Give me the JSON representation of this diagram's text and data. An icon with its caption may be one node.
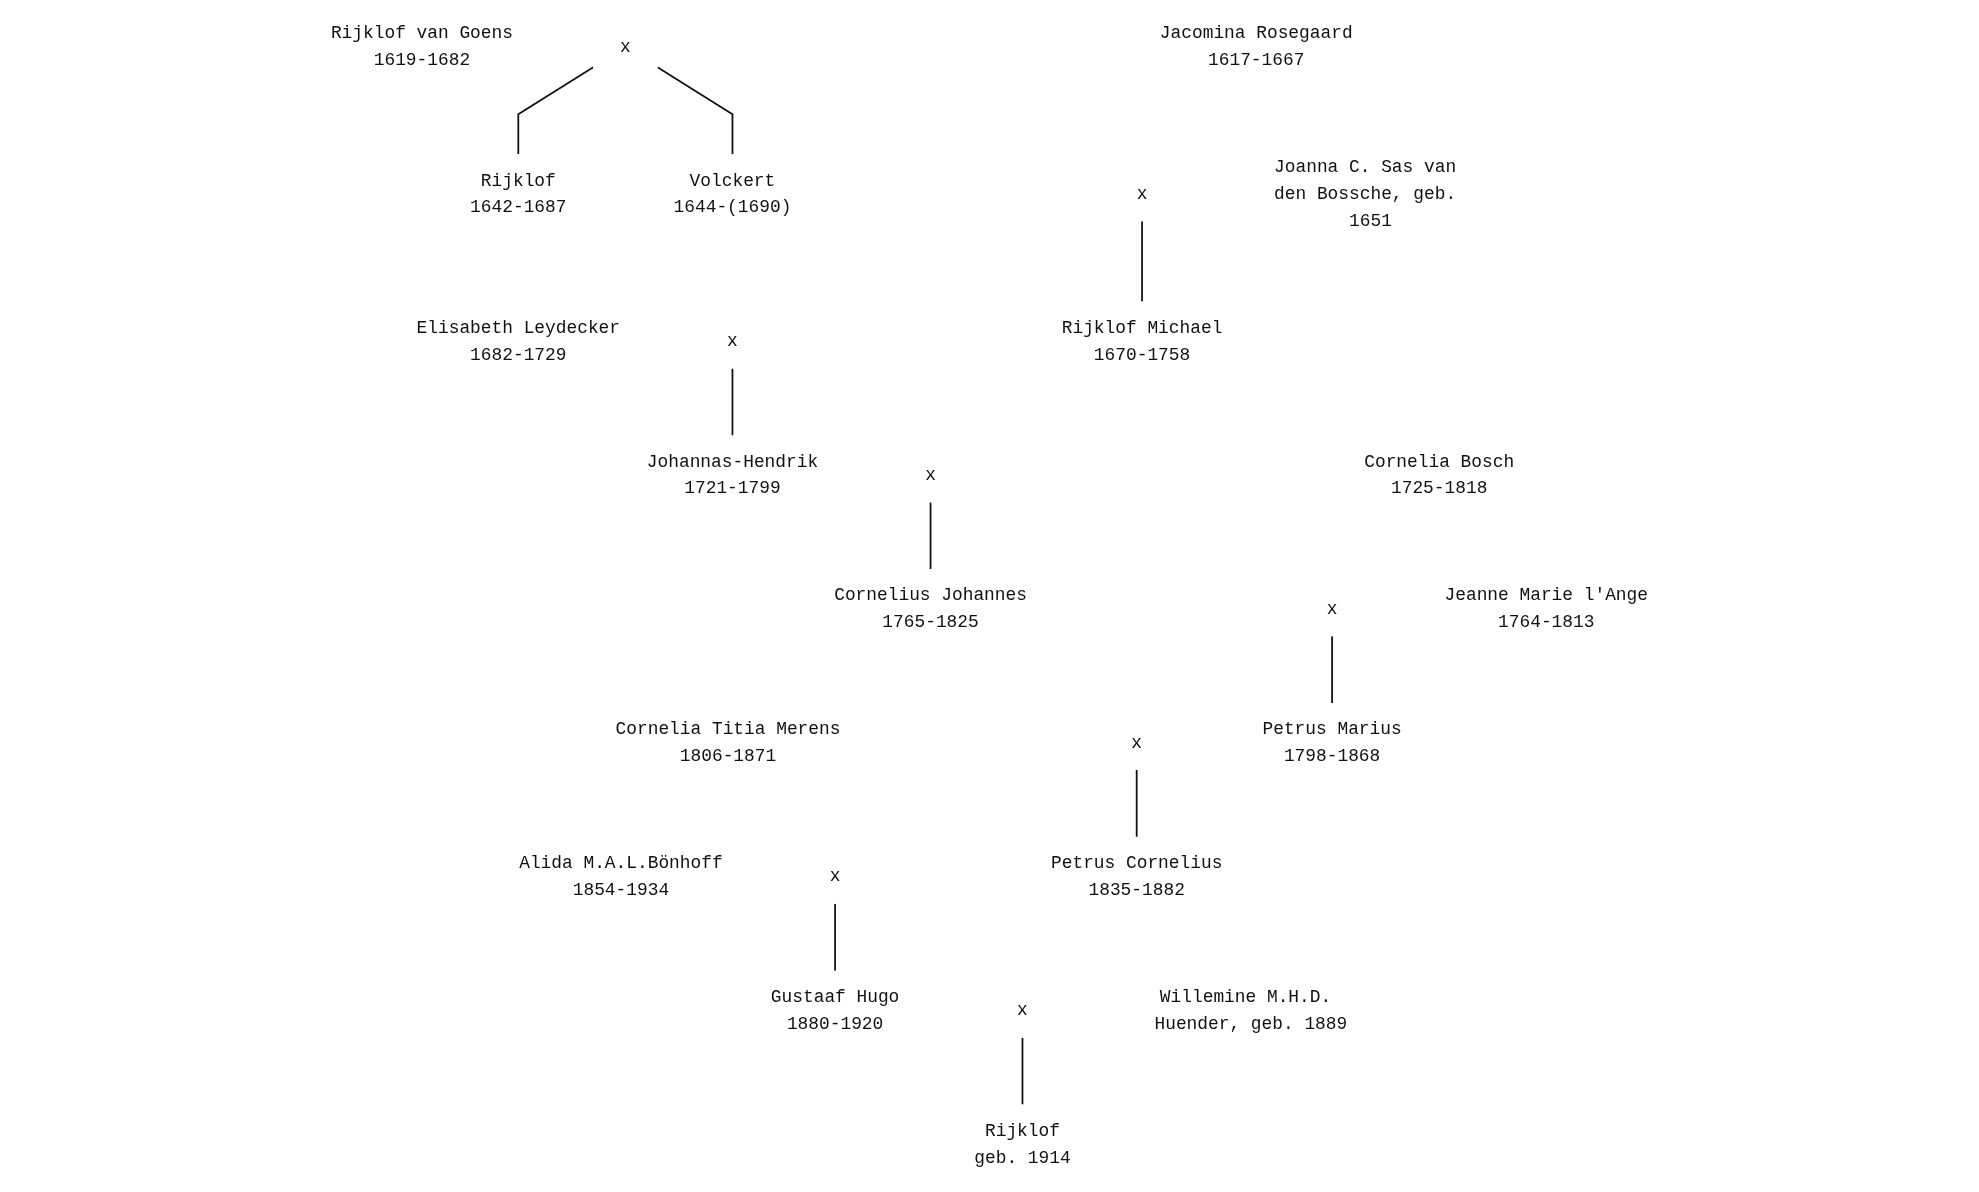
{
  "diagram": {
    "nodes": [
      {
        "text": [
          "Rijklof van Goens",
          "1619-1682"
        ]
      },
      {
        "text": [
          "x"
        ]
      },
      {
        "text": [
          "Jacomina Rosegaard",
          "1617-1667"
        ]
      },
      {
        "text": [
          "Rijklof",
          "1642-1687"
        ]
      },
      {
        "text": [
          "Volckert",
          "1644-(1690)"
        ]
      },
      {
        "text": [
          "x"
        ]
      },
      {
        "text": [
          "Joanna C. Sas van den Bossche, geb. 1651"
        ]
      },
      {
        "text": [
          "Elisabeth Leydecker",
          "1682-1729"
        ]
      },
      {
        "text": [
          "x"
        ]
      },
      {
        "text": [
          "Rijklof Michael",
          "1670-1758"
        ]
      },
      {
        "text": [
          "Johannas-Hendrik",
          "1721-1799"
        ]
      },
      {
        "text": [
          "x"
        ]
      },
      {
        "text": [
          "Cornelia Bosch",
          "1725-1818"
        ]
      },
      {
        "text": [
          "Cornelius Johannes",
          "1765-1825"
        ]
      },
      {
        "text": [
          "x"
        ]
      },
      {
        "text": [
          "Jeanne Marie l'Ange",
          "1764-1813"
        ]
      },
      {
        "text": [
          "Cornelia Titia Merens",
          "1806-1871"
        ]
      },
      {
        "text": [
          "x"
        ]
      },
      {
        "text": [
          "Petrus Marius",
          "1798-1868"
        ]
      },
      {
        "text": [
          "Alida M.A.L.Bönhoff",
          "1854-1934"
        ]
      },
      {
        "text": [
          "x"
        ]
      },
      {
        "text": [
          "Petrus Cornelius",
          "1835-1882"
        ]
      },
      {
        "text": [
          "Gustaaf Hugo",
          "1880-1920"
        ]
      },
      {
        "text": [
          "x"
        ]
      },
      {
        "text": [
          "Willemine M.H.D. Huender, geb. 1889"
        ]
      },
      {
        "text": [
          "Rijklof",
          "geb. 1914"
        ]
      }
    ],
    "edges": [
      {
        "from": 1,
        "to": 3,
        "arrow": "none"
      },
      {
        "from": 1,
        "to": 4,
        "arrow": "none"
      },
      {
        "from": 5,
        "to": 9,
        "arrow": "none"
      },
      {
        "from": 8,
        "to": 10,
        "arrow": "none"
      },
      {
        "from": 11,
        "to": 13,
        "arrow": "none"
      },
      {
        "from": 14,
        "to": 18,
        "arrow": "none"
      },
      {
        "from": 17,
        "to": 21,
        "arrow": "none"
      },
      {
        "from": 20,
        "to": 22,
        "arrow": "none"
      },
      {
        "from": 23,
        "to": 25,
        "arrow": "none"
      }
    ]
  }
}
